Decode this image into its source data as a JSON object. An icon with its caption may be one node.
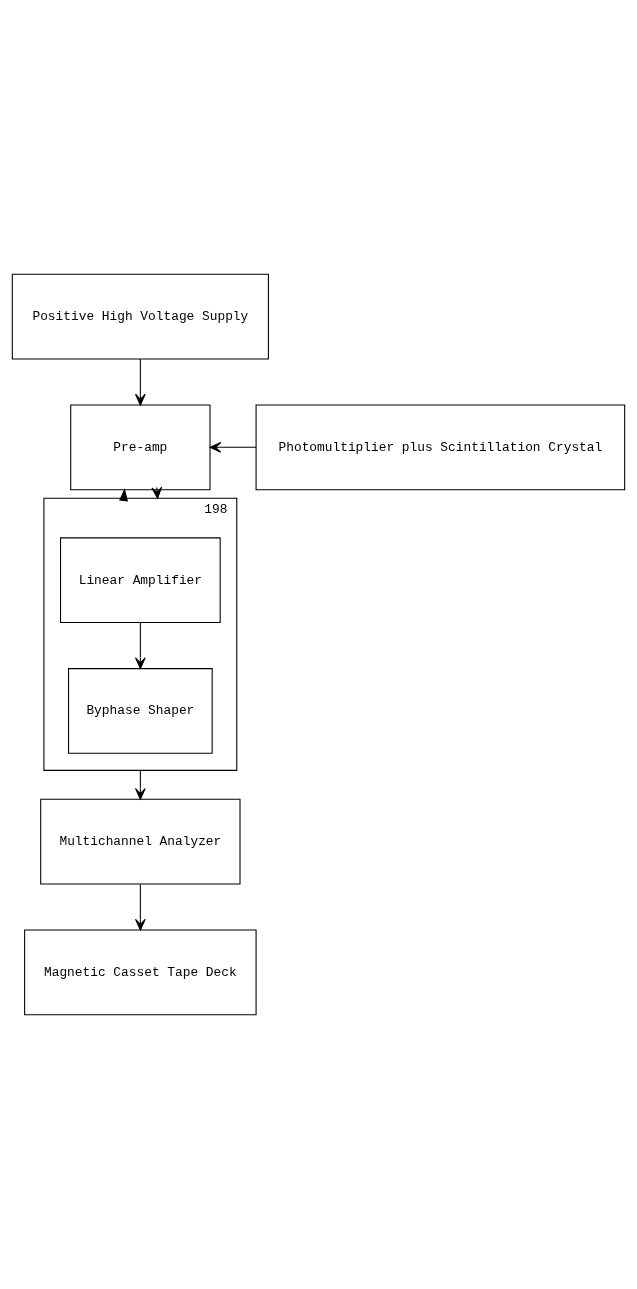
{
  "diagram": {
    "nodes": [
      {
        "text": [
          "Positive High Voltage Supply"
        ]
      },
      {
        "text": [
          "Pre-amp"
        ]
      },
      {
        "text": [
          "Photomultiplier plus Scintillation Crystal"
        ]
      },
      {
        "text": [
          "198"
        ]
      },
      {
        "text": [
          "Linear Amplifier"
        ],
        "in": 3
      },
      {
        "text": [
          "Byphase Shaper"
        ],
        "in": 3
      },
      {
        "text": [
          "Multichannel Analyzer"
        ]
      },
      {
        "text": [
          "Magnetic Casset Tape Deck"
        ]
      }
    ],
    "edges": [
      {
        "from": 0,
        "to": 1,
        "arrow": "to"
      },
      {
        "from": 2,
        "to": 1,
        "arrow": "to"
      },
      {
        "from": 3,
        "to": 1,
        "arrow": "to"
      },
      {
        "from": 1,
        "to": 3,
        "arrow": "to"
      },
      {
        "from": 4,
        "to": 5,
        "arrow": "to"
      },
      {
        "from": 3,
        "to": 6,
        "arrow": "to"
      },
      {
        "from": 6,
        "to": 7,
        "arrow": "to"
      }
    ]
  }
}
